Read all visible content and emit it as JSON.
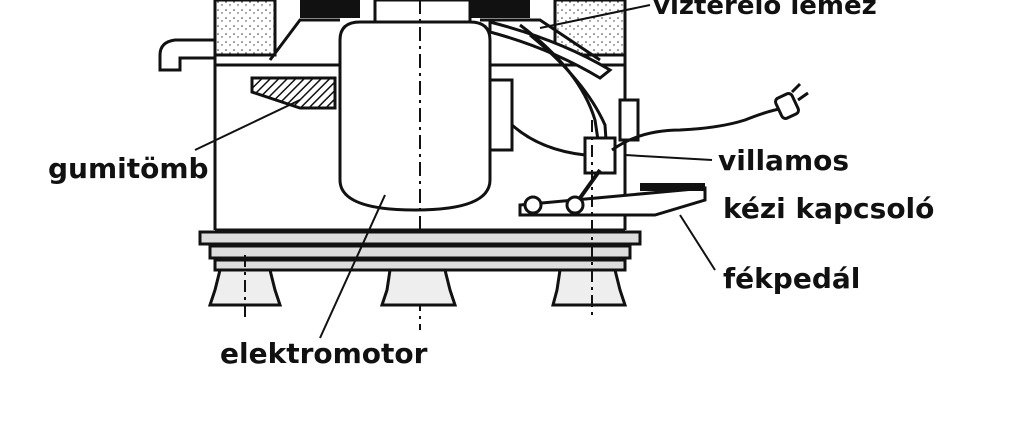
{
  "labels": {
    "water_deflector": "víztérelő lemez",
    "rubber_block": "gumitömb",
    "electric": "villamos",
    "hand_switch": "kézi kapcsoló",
    "brake_pedal": "fékpedál",
    "motor": "elektromotor"
  },
  "colors": {
    "ink": "#111111",
    "paper": "#ffffff",
    "hatch": "#555555"
  }
}
